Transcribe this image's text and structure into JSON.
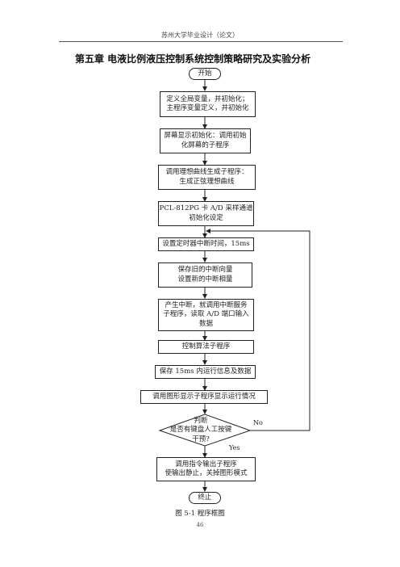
{
  "header": {
    "running_head": "苏州大学毕业设计（论文）"
  },
  "chapter_title": "第五章  电液比例液压控制系统控制策略研究及实验分析",
  "flowchart": {
    "start": "开始",
    "steps": [
      "定义全局变量，并初始化；\n主程序变量定义，并初始化",
      "屏幕显示初始化：调用初始\n化屏幕的子程序",
      "调用理想曲线生成子程序：\n生成正弦理想曲线",
      "PCL-812PG 卡 A/D 采样通道\n初始化设定",
      "设置定时器中断时间，15ms",
      "保存旧的中断向量\n设置新的中断相量",
      "产生中断，就调用中断服务\n子程序，读取 A/D 端口输入\n数据",
      "控制算法子程序",
      "保存 15ms 内运行信息及数据",
      "调用图形显示子程序显示运行情况"
    ],
    "decision": "判断\n是否有键盘人工按键\n干预?",
    "decision_no": "No",
    "decision_yes": "Yes",
    "final_step": "调用指令输出子程序\n使输出静止，关掉图形模式",
    "end": "终止"
  },
  "caption": "图 5-1  程序框图",
  "page_number": "46"
}
